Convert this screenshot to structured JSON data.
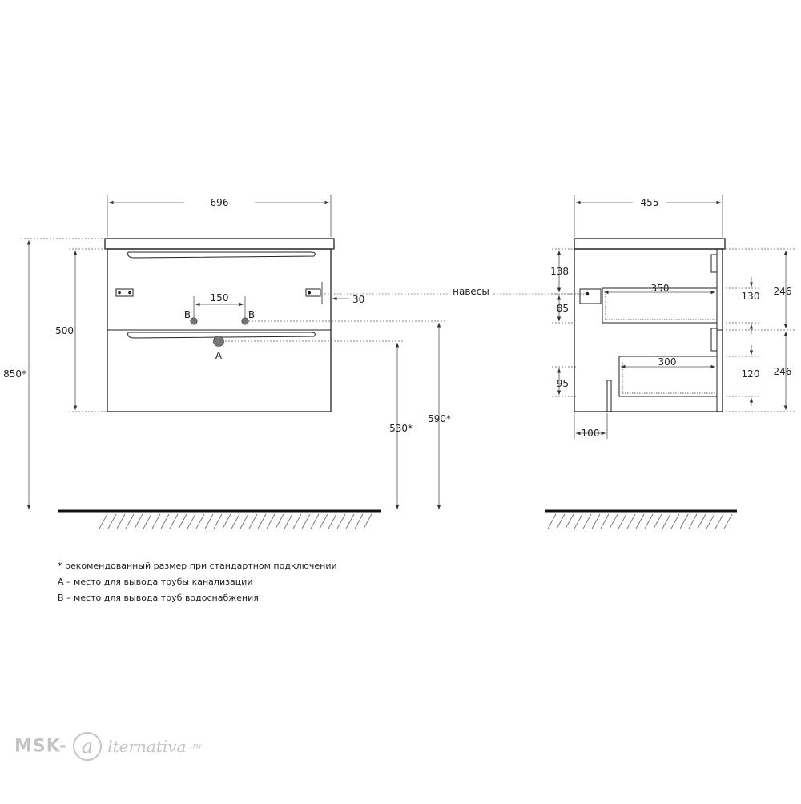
{
  "dimensions": {
    "front_width": "696",
    "side_width": "455",
    "front_total_height": "850*",
    "front_body_height": "500",
    "pipe_spacing": "150",
    "hinge_offset": "30",
    "drain_height": "530*",
    "water_height": "590*",
    "side_top_offset": "138",
    "side_hinge_offset": "85",
    "drawer1_depth": "350",
    "drawer1_height": "130",
    "drawer1_front": "246",
    "drawer2_depth": "300",
    "drawer2_height": "120",
    "drawer2_front": "246",
    "drawer2_bottom": "95",
    "back_offset": "100"
  },
  "labels": {
    "hinges": "навесы",
    "point_a": "A",
    "point_b_left": "B",
    "point_b_right": "B"
  },
  "notes": {
    "recommended": "* рекомендованный размер при стандартном подключении",
    "a_desc": "А – место для вывода трубы канализации",
    "b_desc": "В – место для вывода труб водоснабжения"
  },
  "watermark": {
    "part1": "MSK-",
    "part2": "lternativa",
    "part3": ".ru"
  },
  "colors": {
    "line": "#222222",
    "dimline": "#555555",
    "watermark": "#c4c4c4"
  }
}
